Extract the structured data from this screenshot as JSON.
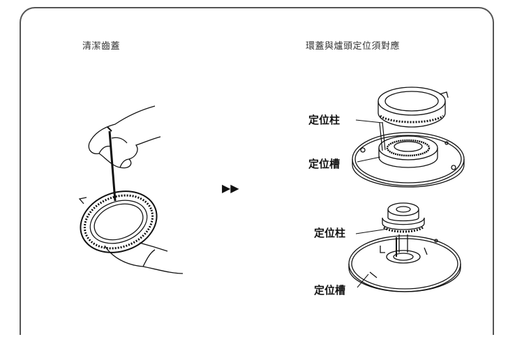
{
  "left_caption": "清潔齒蓋",
  "right_caption": "環蓋與爐頭定位須對應",
  "labels": {
    "top_post": "定位柱",
    "top_slot": "定位槽",
    "bottom_post": "定位柱",
    "bottom_slot": "定位槽"
  },
  "arrow_symbol": "▶▶"
}
